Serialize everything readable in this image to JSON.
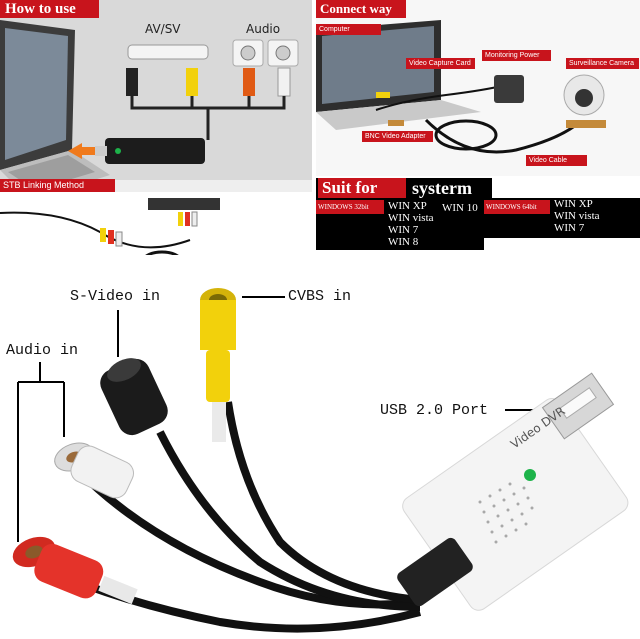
{
  "how_to_use": {
    "title": "How to use",
    "avsv_label": "AV/SV",
    "audio_label": "Audio",
    "stb_label": "STB Linking Method"
  },
  "connect_way": {
    "title": "Connect way",
    "computer": "Computer",
    "capture_card": "Video Capture Card",
    "monitoring_power": "Monitoring Power",
    "surveillance_camera": "Surveillance Camera",
    "bnc_adapter": "BNC Video Adapter",
    "video_cable": "Video Cable"
  },
  "suit_for": {
    "title_a": "Suit for",
    "title_b": "systerm",
    "win32_label": "WINDOWS 32bit",
    "win32_list": [
      "WIN XP",
      "WIN vista",
      "WIN 7",
      "WIN 8"
    ],
    "win10": "WIN 10",
    "win64_label": "WINDOWS 64bit",
    "win64_list": [
      "WIN XP",
      "WIN vista",
      "WIN 7"
    ]
  },
  "product": {
    "svideo": "S-Video in",
    "cvbs": "CVBS in",
    "audio": "Audio in",
    "usb": "USB 2.0 Port",
    "device_text": "Video DVR"
  },
  "colors": {
    "header_red": "#c8141c",
    "led_green": "#1db34a"
  }
}
